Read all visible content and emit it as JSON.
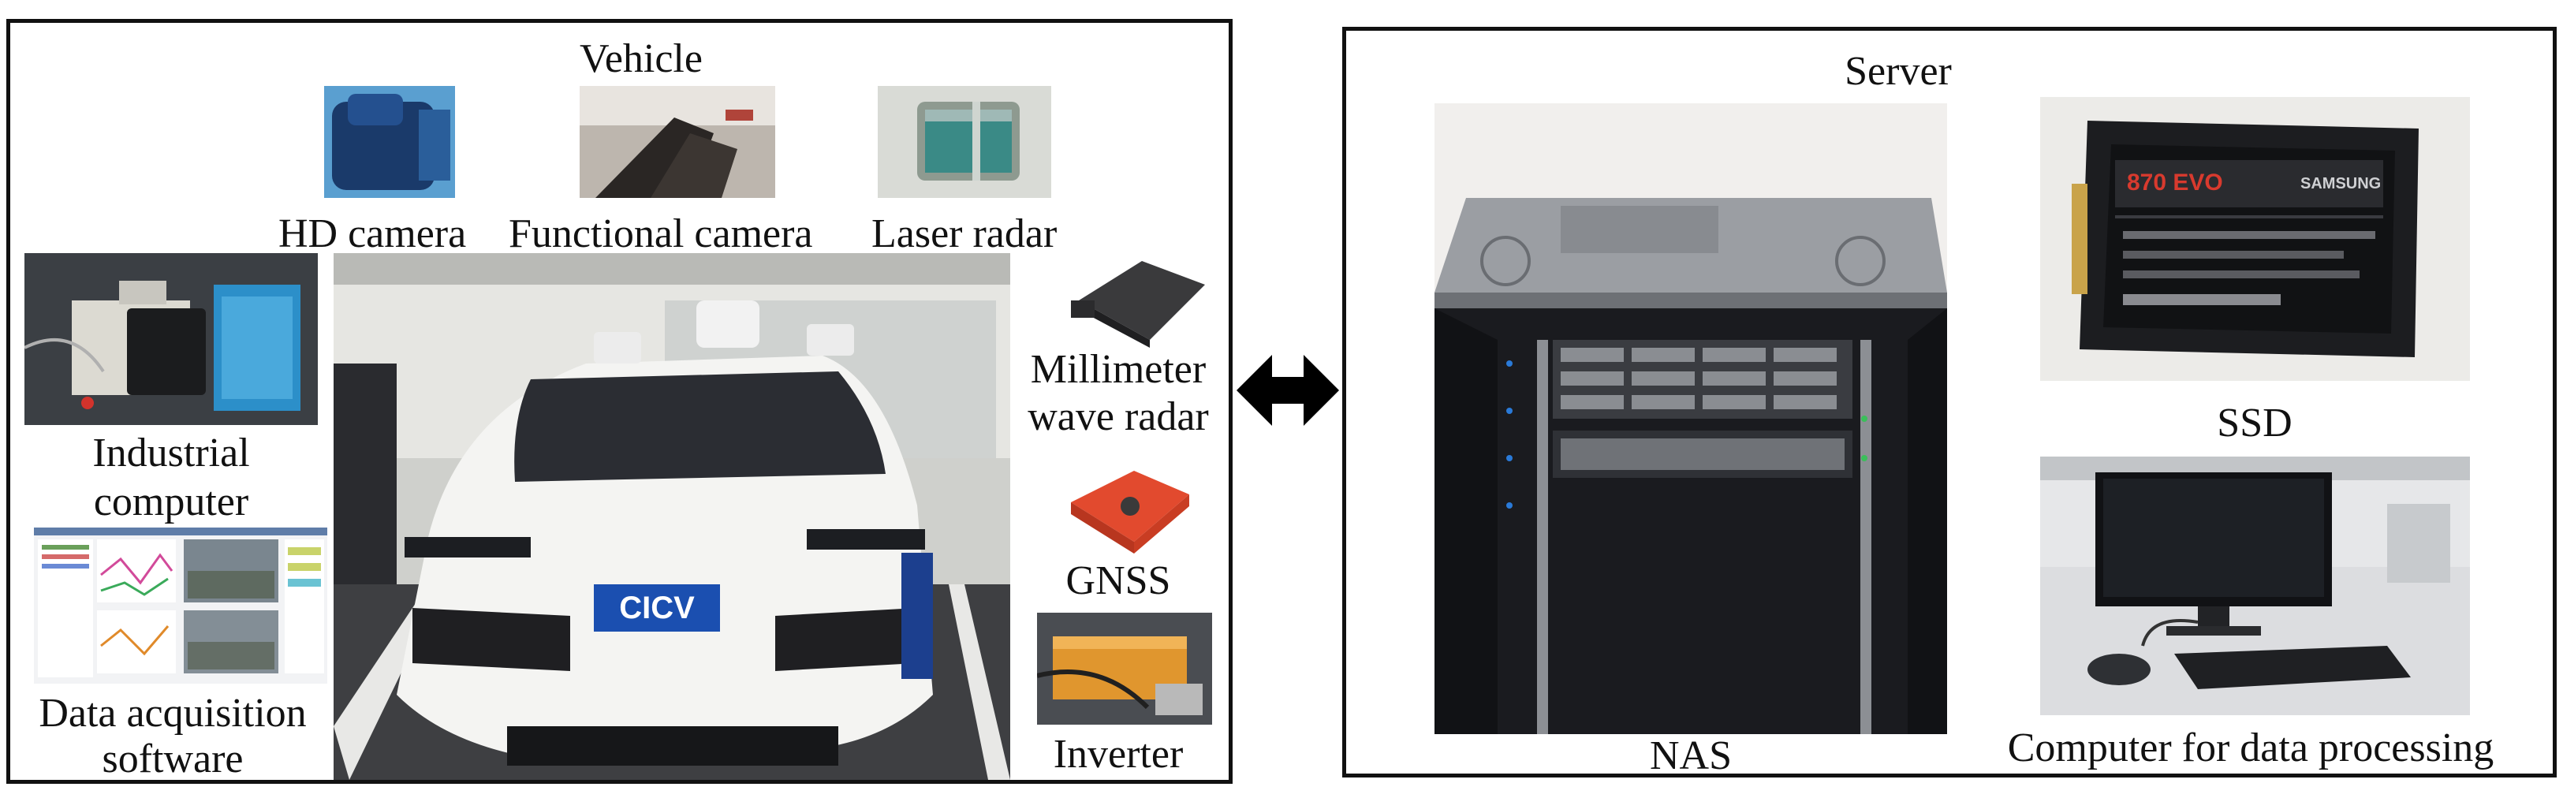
{
  "vehicle_panel": {
    "title": "Vehicle",
    "labels": {
      "hd_camera": "HD camera",
      "functional_camera": "Functional camera",
      "laser_radar": "Laser radar",
      "millimeter_line1": "Millimeter",
      "millimeter_line2": "wave radar",
      "industrial_line1": "Industrial",
      "industrial_line2": "computer",
      "daq_line1": "Data acquisition",
      "daq_line2": "software",
      "gnss": "GNSS",
      "inverter": "Inverter"
    },
    "car_plate": "CICV"
  },
  "server_panel": {
    "title": "Server",
    "labels": {
      "nas": "NAS",
      "ssd": "SSD",
      "computer": "Computer for data processing"
    },
    "ssd_model": "870 EVO",
    "ssd_brand": "SAMSUNG"
  },
  "connector": {
    "icon": "double-arrow-icon"
  }
}
